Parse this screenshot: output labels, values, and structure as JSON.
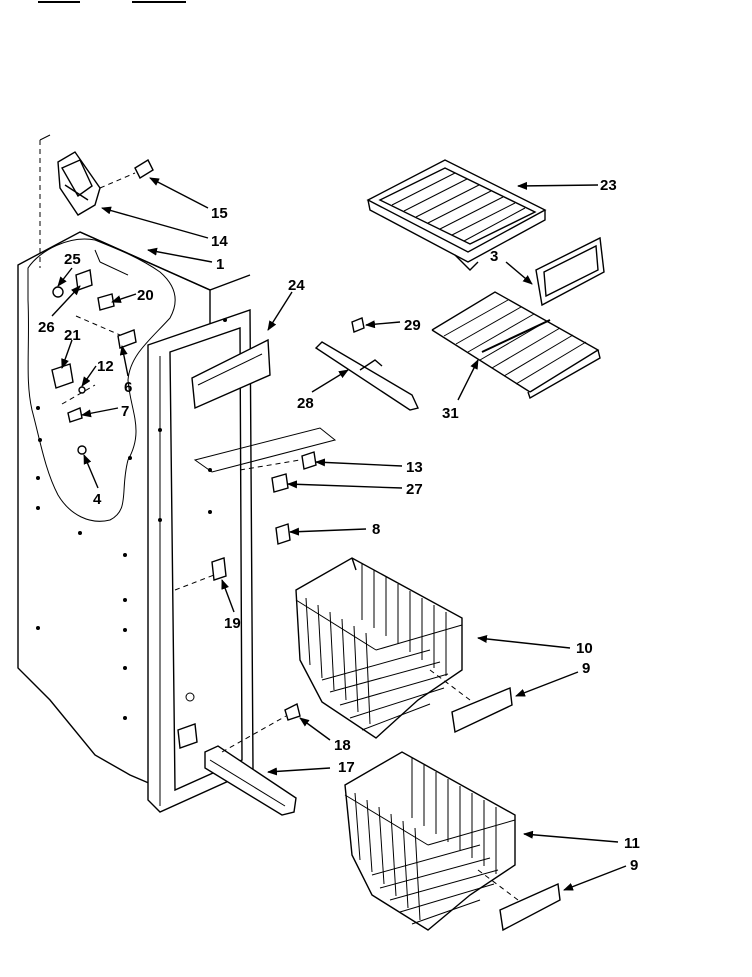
{
  "parts": {
    "p1": "1",
    "p3": "3",
    "p4": "4",
    "p6": "6",
    "p7": "7",
    "p8": "8",
    "p9a": "9",
    "p9b": "9",
    "p10": "10",
    "p11": "11",
    "p12": "12",
    "p13": "13",
    "p14": "14",
    "p15": "15",
    "p17": "17",
    "p18": "18",
    "p19": "19",
    "p20": "20",
    "p21": "21",
    "p23": "23",
    "p24": "24",
    "p25": "25",
    "p26": "26",
    "p27": "27",
    "p28": "28",
    "p29": "29",
    "p31": "31"
  }
}
